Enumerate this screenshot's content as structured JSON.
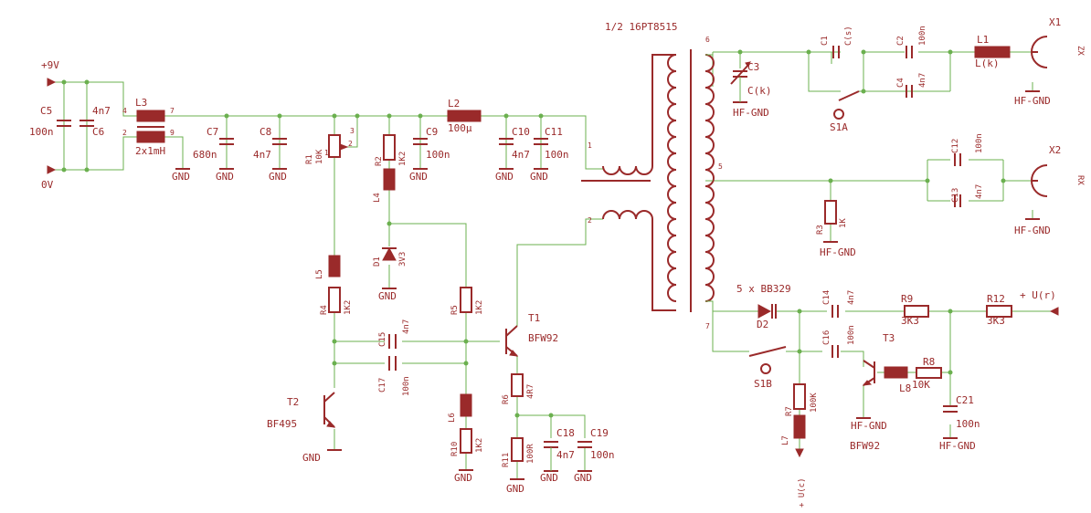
{
  "title": "1/2 16PT8515",
  "labels": {
    "v9": "+9V",
    "v0": "0V",
    "c5": "C5",
    "c5v": "100n",
    "c6": "C6",
    "c6v": "4n7",
    "l3": "L3",
    "l3v": "2x1mH",
    "p4": "4",
    "p7": "7",
    "p2": "2",
    "p9": "9",
    "c7": "C7",
    "c7v": "680n",
    "c8": "C8",
    "c8v": "4n7",
    "r1": "R1",
    "r1v": "10K",
    "r1p1": "1",
    "r1p2": "2",
    "r1p3": "3",
    "l2": "L2",
    "l2v": "100µ",
    "c9": "C9",
    "c9v": "100n",
    "c10": "C10",
    "c10v": "4n7",
    "c11": "C11",
    "c11v": "100n",
    "r2": "R2",
    "r2v": "1K2",
    "l4": "L4",
    "d1": "D1",
    "d1v": "3V3",
    "l5": "L5",
    "r4": "R4",
    "r4v": "1K2",
    "r5": "R5",
    "r5v": "1K2",
    "c15": "C15",
    "c15v": "4n7",
    "c17": "C17",
    "c17v": "100n",
    "t1": "T1",
    "t1v": "BFW92",
    "t2": "T2",
    "t2v": "BF495",
    "l6": "L6",
    "r10": "R10",
    "r10v": "1K2",
    "r6": "R6",
    "r6v": "4R7",
    "r11": "R11",
    "r11v": "100R",
    "c18": "C18",
    "c18v": "4n7",
    "c19": "C19",
    "c19v": "100n",
    "gnd": "GND",
    "tp1": "1",
    "tp2": "2",
    "tp5": "5",
    "tp6": "6",
    "tp7": "7",
    "c3": "C3",
    "c3v": "C(k)",
    "c1": "C1",
    "c1v": "C(s)",
    "c2": "C2",
    "c2v": "100n",
    "c4": "C4",
    "c4v": "4n7",
    "l1": "L1",
    "l1v": "L(k)",
    "x1": "X1",
    "zx": "ZX",
    "s1a": "S1A",
    "hfgnd": "HF-GND",
    "c12": "C12",
    "c12v": "100n",
    "c13": "C13",
    "c13v": "4n7",
    "x2": "X2",
    "rx": "RX",
    "r3": "R3",
    "r3v": "1K",
    "d2lbl": "5 x BB329",
    "d2": "D2",
    "c14": "C14",
    "c14v": "4n7",
    "r9": "R9",
    "r9v": "3K3",
    "r12": "R12",
    "r12v": "3K3",
    "ur": "+ U(r)",
    "c16": "C16",
    "c16v": "100n",
    "t3": "T3",
    "t3v": "BFW92",
    "s1b": "S1B",
    "r8": "R8",
    "r8v": "10K",
    "l8": "L8",
    "r7": "R7",
    "r7v": "100K",
    "l7": "L7",
    "c21": "C21",
    "c21v": "100n",
    "uc": "+ U(c)"
  },
  "colors": {
    "wire": "#6bb04f",
    "component": "#9a2a2a",
    "background": "#ffffff"
  }
}
